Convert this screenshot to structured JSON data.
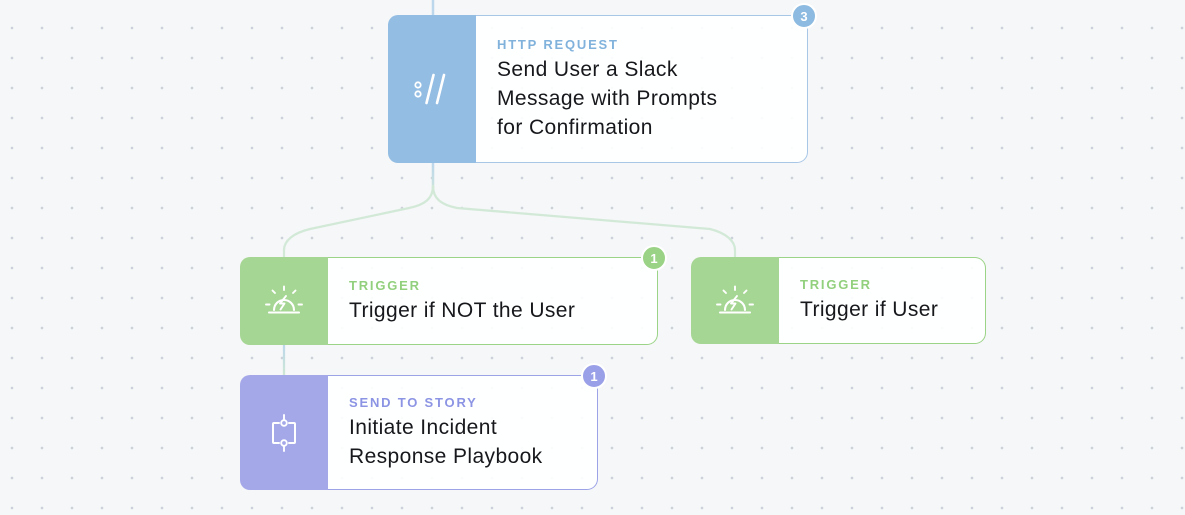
{
  "canvas": {
    "background_color": "#f6f7f8",
    "dot_color": "#ccd2da",
    "connector_blue": "#bcd6ec",
    "connector_green": "#d2e9d8"
  },
  "nodes": {
    "http_request": {
      "type_label": "HTTP REQUEST",
      "title": "Send User a Slack Message with Prompts for Confirmation",
      "badge_count": "3",
      "accent_color": "#93bde3",
      "icon": "http-request-icon"
    },
    "trigger_not_user": {
      "type_label": "TRIGGER",
      "title": "Trigger if NOT the User",
      "badge_count": "1",
      "accent_color": "#a6d694",
      "icon": "trigger-icon"
    },
    "trigger_user": {
      "type_label": "TRIGGER",
      "title": "Trigger if User",
      "accent_color": "#a6d694",
      "icon": "trigger-icon"
    },
    "send_to_story": {
      "type_label": "SEND TO STORY",
      "title": "Initiate Incident Response Playbook",
      "badge_count": "1",
      "accent_color": "#a4a8e9",
      "icon": "send-to-story-icon"
    }
  }
}
